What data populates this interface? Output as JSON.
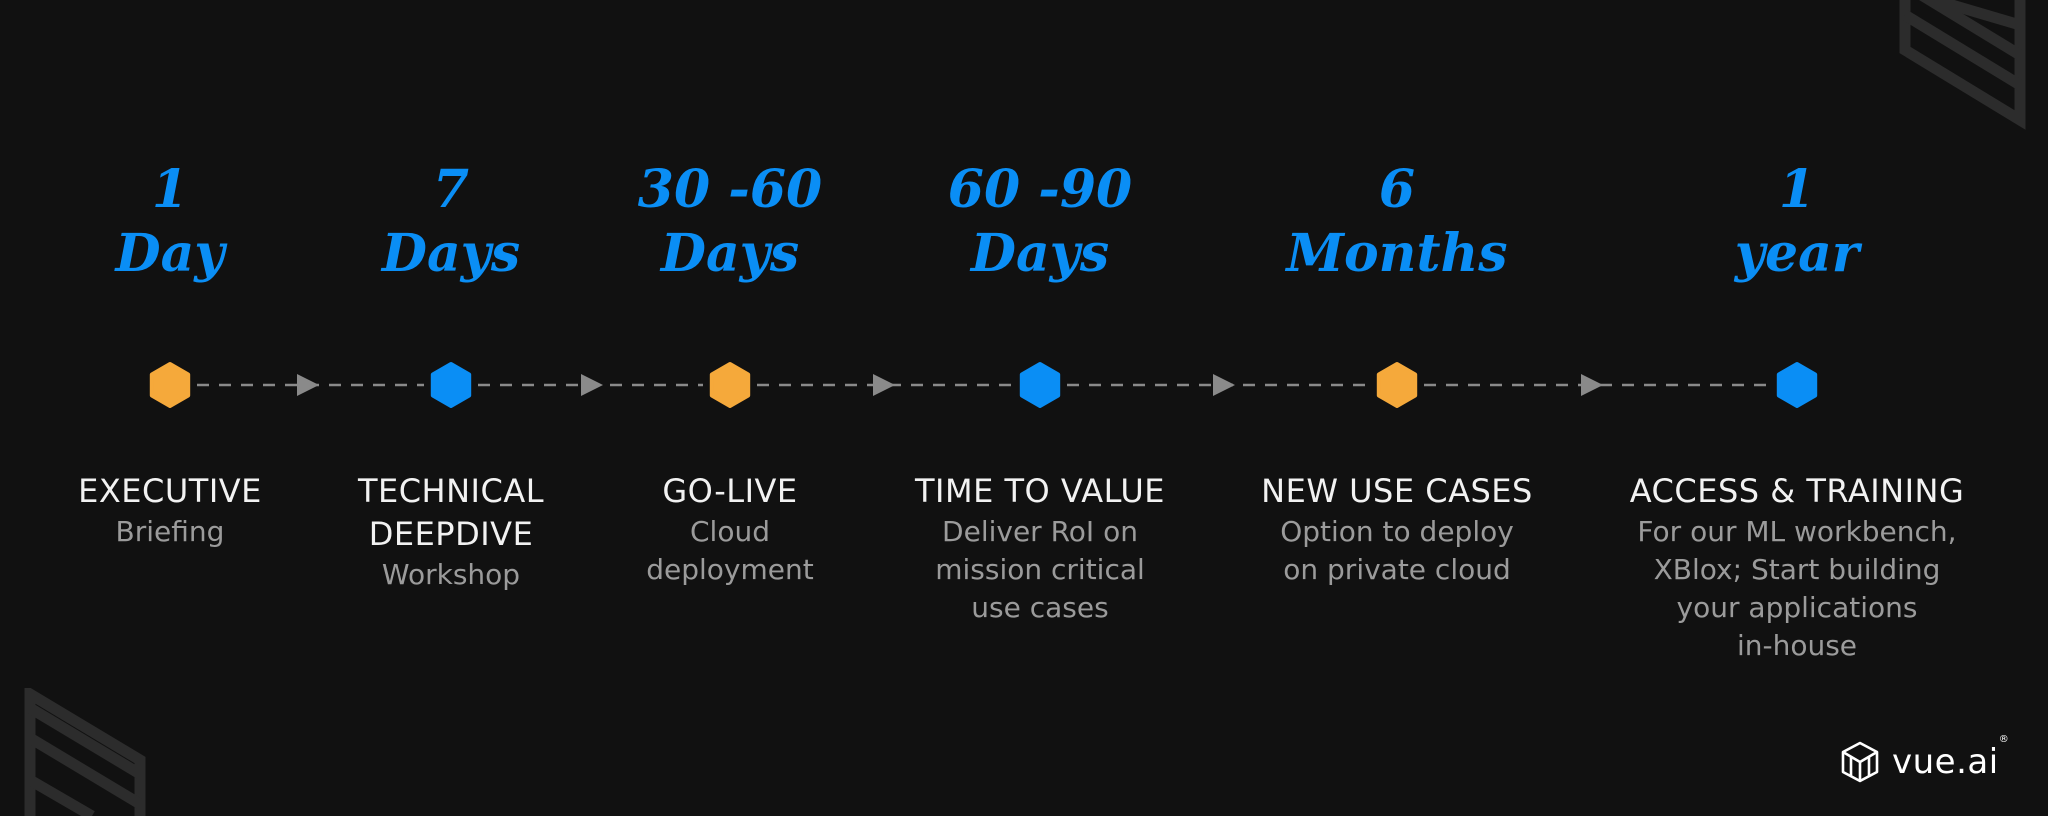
{
  "colors": {
    "background": "#111111",
    "accent_blue": "#0a8ef5",
    "accent_orange": "#f5a93b",
    "connector": "#8a8a8a",
    "title_text": "#f2f2f2",
    "desc_text": "#9b9b9b"
  },
  "milestones": [
    {
      "duration_number": "1",
      "duration_unit": "Day",
      "node_color": "orange",
      "title_lines": [
        "EXECUTIVE"
      ],
      "desc_lines": [
        "Briefing"
      ]
    },
    {
      "duration_number": "7",
      "duration_unit": "Days",
      "node_color": "blue",
      "title_lines": [
        "TECHNICAL",
        "DEEPDIVE"
      ],
      "desc_lines": [
        "Workshop"
      ]
    },
    {
      "duration_number": "30 -60",
      "duration_unit": "Days",
      "node_color": "orange",
      "title_lines": [
        "GO-LIVE"
      ],
      "desc_lines": [
        "Cloud",
        "deployment"
      ]
    },
    {
      "duration_number": "60 -90",
      "duration_unit": "Days",
      "node_color": "blue",
      "title_lines": [
        "TIME TO VALUE"
      ],
      "desc_lines": [
        "Deliver RoI on",
        "mission critical",
        "use cases"
      ]
    },
    {
      "duration_number": "6",
      "duration_unit": "Months",
      "node_color": "orange",
      "title_lines": [
        "NEW USE CASES"
      ],
      "desc_lines": [
        "Option to deploy",
        "on private cloud"
      ]
    },
    {
      "duration_number": "1",
      "duration_unit": "year",
      "node_color": "blue",
      "title_lines": [
        "ACCESS & TRAINING"
      ],
      "desc_lines": [
        "For our ML workbench,",
        "XBlox; Start building",
        "your applications",
        "in-house"
      ]
    }
  ],
  "logo": {
    "text": "vue.ai",
    "mark": "®",
    "icon": "vue-ai-logo-icon"
  },
  "decorations": {
    "top_right": "striped-parallelogram-icon",
    "bottom_left": "striped-parallelogram-icon"
  }
}
